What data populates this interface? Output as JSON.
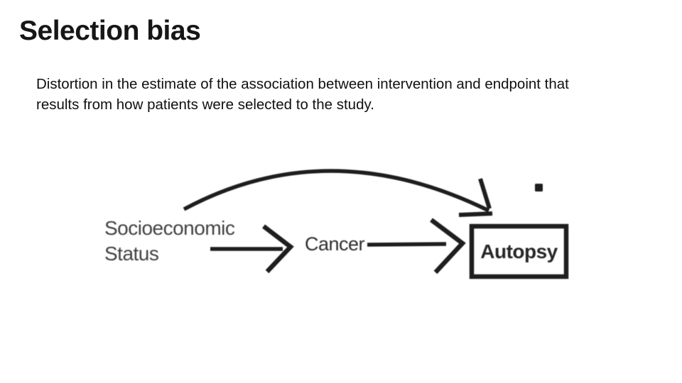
{
  "slide": {
    "title": "Selection bias",
    "body": {
      "line1": "Distortion in the estimate of the association between intervention and endpoint that",
      "line2": "results from how patients were selected to the study."
    },
    "diagram": {
      "node_ses_line1": "Socioeconomic",
      "node_ses_line2": "Status",
      "node_cancer": "Cancer",
      "node_autopsy": "Autopsy",
      "stroke_color": "#1e1e1e"
    },
    "colors": {
      "background": "#ffffff",
      "title_text": "#161616",
      "body_text": "#101010",
      "diagram_label": "#3f3f3f"
    }
  }
}
